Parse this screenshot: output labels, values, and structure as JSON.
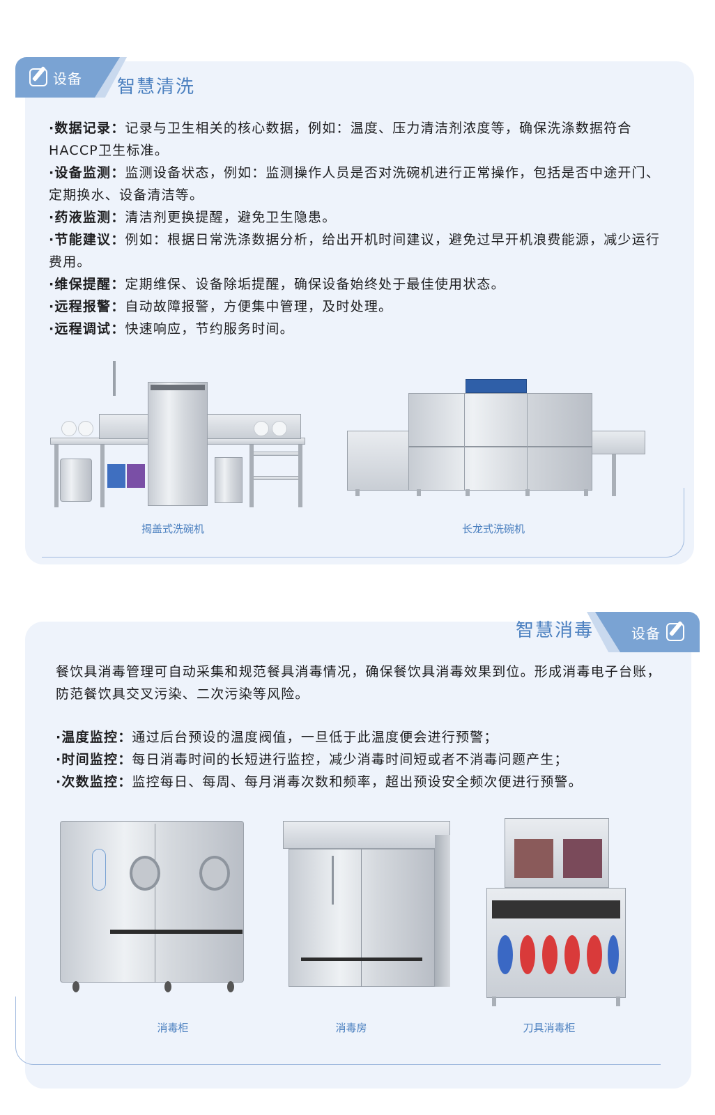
{
  "section1": {
    "tab_label": "设备",
    "title": "智慧清洗",
    "items": [
      {
        "label": "·数据记录：",
        "text": "记录与卫生相关的核心数据，例如：温度、压力清洁剂浓度等，确保洗涤数据符合HACCP卫生标准。"
      },
      {
        "label": "·设备监测：",
        "text": "监测设备状态，例如：监测操作人员是否对洗碗机进行正常操作，包括是否中途开门、定期换水、设备清洁等。"
      },
      {
        "label": "·药液监测：",
        "text": "清洁剂更换提醒，避免卫生隐患。"
      },
      {
        "label": "·节能建议：",
        "text": "例如：根据日常洗涤数据分析，给出开机时间建议，避免过早开机浪费能源，减少运行费用。"
      },
      {
        "label": "·维保提醒：",
        "text": "定期维保、设备除垢提醒，确保设备始终处于最佳使用状态。"
      },
      {
        "label": "·远程报警：",
        "text": "自动故障报警，方便集中管理，及时处理。"
      },
      {
        "label": "·远程调试：",
        "text": "快速响应，节约服务时间。"
      }
    ],
    "captions": [
      "揭盖式洗碗机",
      "长龙式洗碗机"
    ]
  },
  "section2": {
    "tab_label": "设备",
    "title": "智慧消毒",
    "intro": "餐饮具消毒管理可自动采集和规范餐具消毒情况，确保餐饮具消毒效果到位。形成消毒电子台账，防范餐饮具交叉污染、二次污染等风险。",
    "items": [
      {
        "label": "·温度监控：",
        "text": "通过后台预设的温度阀值，一旦低于此温度便会进行预警；"
      },
      {
        "label": "·时间监控：",
        "text": "每日消毒时间的长短进行监控，减少消毒时间短或者不消毒问题产生；"
      },
      {
        "label": "·次数监控：",
        "text": "监控每日、每周、每月消毒次数和频率，超出预设安全频次便进行预警。"
      }
    ],
    "captions": [
      "消毒柜",
      "消毒房",
      "刀具消毒柜"
    ]
  },
  "colors": {
    "accent": "#4a7fbf",
    "tab": "#7aa3d3",
    "card": "#eef3fb"
  }
}
